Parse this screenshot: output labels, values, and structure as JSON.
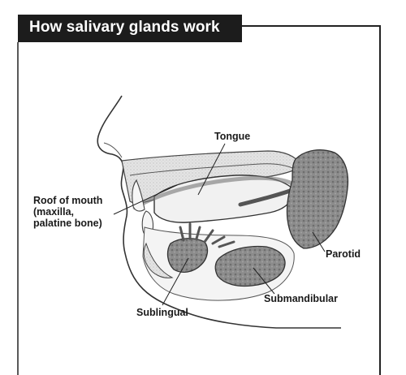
{
  "title": "How salivary glands work",
  "labels": {
    "tongue": "Tongue",
    "roof_of_mouth": [
      "Roof of mouth",
      "(maxilla,",
      "palatine bone)"
    ],
    "parotid": "Parotid",
    "submandibular": "Submandibular",
    "sublingual": "Sublingual"
  },
  "colors": {
    "background": "#ffffff",
    "title_bar": "#1c1c1c",
    "title_text": "#ffffff",
    "gland": "#8a8a8a",
    "tissue": "#dedede",
    "outline": "#333333"
  }
}
